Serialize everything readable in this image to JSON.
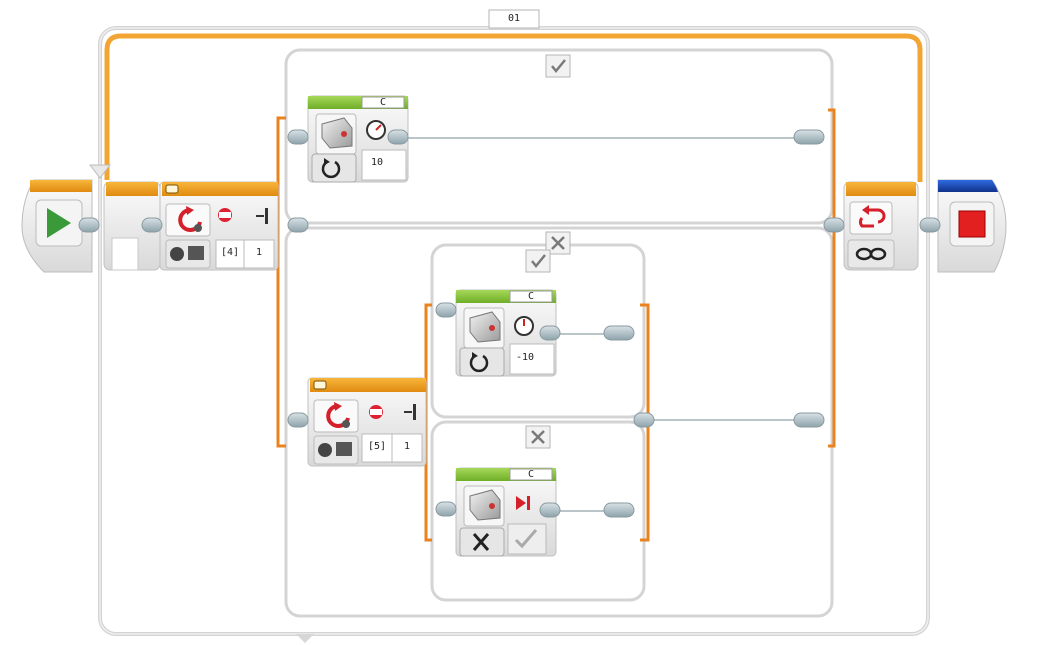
{
  "loop": {
    "name": "01",
    "count_icon": "infinity-icon",
    "mode_icon": "loop-mode-icon"
  },
  "start_block": {
    "icon": "play-icon",
    "color": "#3a9a3a"
  },
  "stop_block": {
    "icon": "stop-icon",
    "color": "#e32020"
  },
  "switch_outer": {
    "mode": "sensor-compare",
    "port": "[4]",
    "threshold": "1",
    "case_true_icon": "check-icon",
    "case_false_icon": "cross-icon"
  },
  "switch_inner": {
    "mode": "sensor-compare",
    "port": "[5]",
    "threshold": "1",
    "case_true_icon": "check-icon",
    "case_false_icon": "cross-icon"
  },
  "motor_top": {
    "port": "C",
    "mode_icon": "rotate-icon",
    "speed": "10"
  },
  "motor_mid": {
    "port": "C",
    "mode_icon": "rotate-icon",
    "speed": "-10"
  },
  "motor_bottom": {
    "port": "C",
    "mode_icon": "off-icon",
    "brake": "check"
  },
  "colors": {
    "flow": "#e8831f",
    "block_header": "#f2a81f",
    "motor_header": "#8cc63f",
    "frame": "#cfcfcf",
    "stop_header": "#1f4fb4"
  }
}
